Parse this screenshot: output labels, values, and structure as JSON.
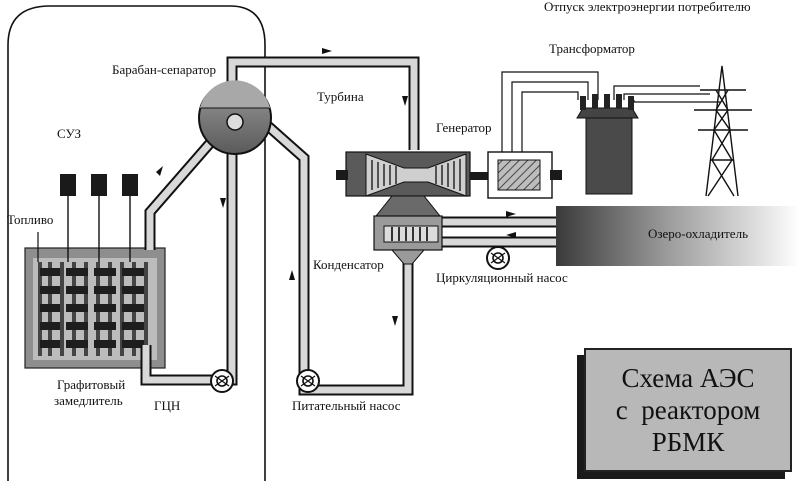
{
  "title": {
    "line1": "Схема АЭС",
    "line2": "с  реактором",
    "line3": "РБМК"
  },
  "labels": {
    "output": "Отпуск электроэнергии потребителю",
    "transformer": "Трансформатор",
    "drum_separator": "Барабан-сепаратор",
    "turbine": "Турбина",
    "generator": "Генератор",
    "suz": "СУЗ",
    "fuel": "Топливо",
    "lake_cooler": "Озеро-охладитель",
    "condenser": "Конденсатор",
    "circulation_pump": "Циркуляционный насос",
    "graphite_moderator_1": "Графитовый",
    "graphite_moderator_2": "замедлитель",
    "gcn": "ГЦН",
    "feed_pump": "Питательный насос"
  }
}
